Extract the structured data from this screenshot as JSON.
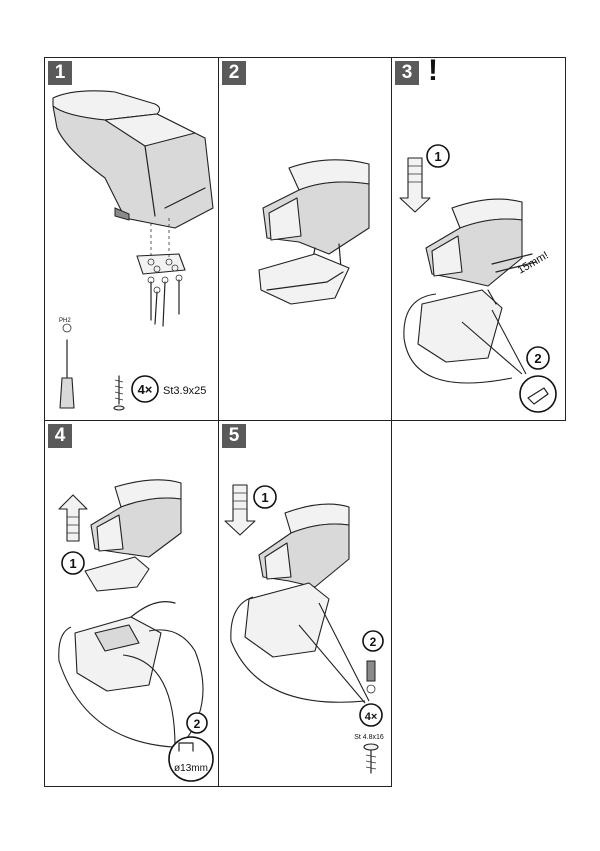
{
  "steps": [
    {
      "number": "1",
      "screwdriver_label": "PH2",
      "screw_count": "4×",
      "screw_spec": "St3.9x25"
    },
    {
      "number": "2"
    },
    {
      "number": "3",
      "warning": "!",
      "callout_1": "1",
      "callout_2": "2",
      "measure": "15mm!"
    },
    {
      "number": "4",
      "callout_1": "1",
      "callout_2": "2",
      "hole_size": "ø13mm"
    },
    {
      "number": "5",
      "callout_1": "1",
      "callout_2": "2",
      "screw_count": "4×",
      "screw_spec": "St 4.8x16"
    }
  ],
  "colors": {
    "badge": "#5a5a5a",
    "line": "#222222",
    "shade": "#d9d9d9"
  }
}
